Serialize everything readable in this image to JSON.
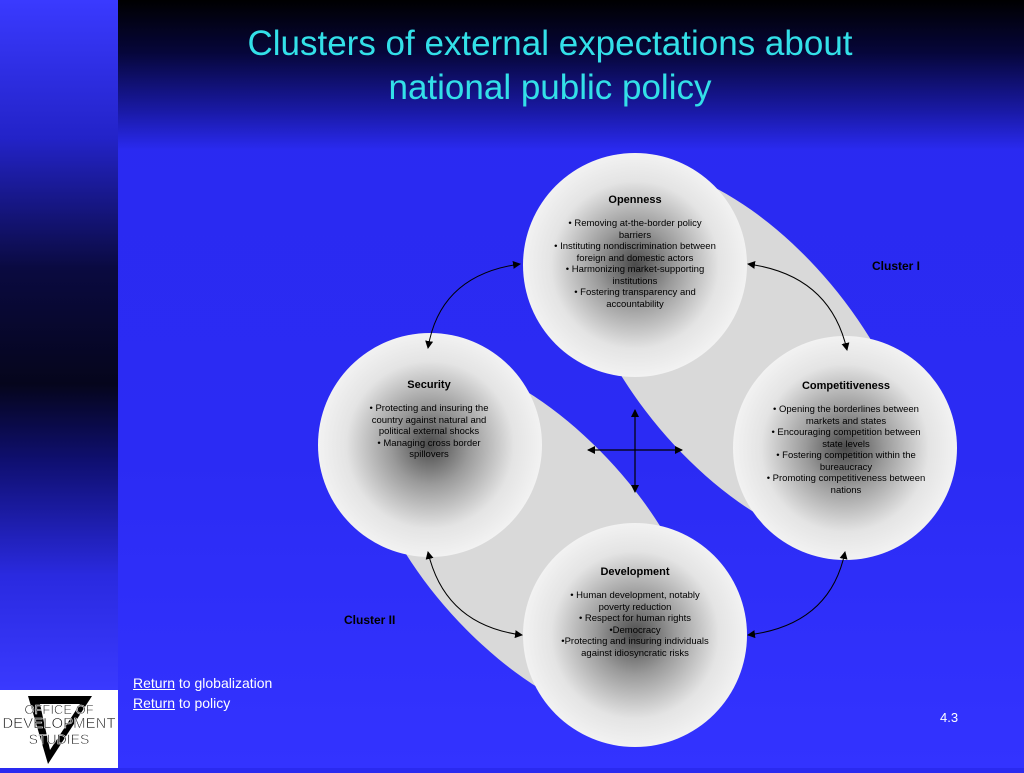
{
  "title_line1": "Clusters of external expectations about",
  "title_line2": "national public policy",
  "cluster_1_label": "Cluster I",
  "cluster_2_label": "Cluster II",
  "circles": {
    "openness": {
      "heading": "Openness",
      "items": [
        "• Removing at-the-border policy barriers",
        "• Instituting nondiscrimination between foreign and domestic actors",
        "• Harmonizing market-supporting institutions",
        "• Fostering transparency and accountability"
      ]
    },
    "security": {
      "heading": "Security",
      "items": [
        "• Protecting and insuring the country against natural and political external shocks",
        "• Managing cross border spillovers"
      ]
    },
    "competitiveness": {
      "heading": "Competitiveness",
      "items": [
        "• Opening the borderlines between markets and states",
        "• Encouraging competition between state levels",
        "• Fostering competition within the bureaucracy",
        "• Promoting competitiveness between nations"
      ]
    },
    "development": {
      "heading": "Development",
      "items": [
        "• Human development, notably poverty reduction",
        "• Respect for human rights",
        "•Democracy",
        "•Protecting and insuring individuals against idiosyncratic risks"
      ]
    }
  },
  "links": [
    {
      "link_text": "Return",
      "rest": " to globalization"
    },
    {
      "link_text": "Return",
      "rest": " to policy"
    }
  ],
  "slide_number": "4.3",
  "logo": {
    "line1": "OFFICE OF",
    "line2": "DEVELOPMENT",
    "line3": "STUDIES"
  },
  "colors": {
    "title": "#33e0e8",
    "background": "#2b2bf4",
    "cluster_fill": "#d8d8d8"
  }
}
